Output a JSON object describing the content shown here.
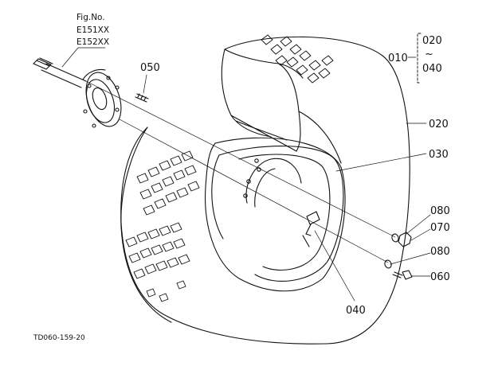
{
  "fig": {
    "label": "Fig.No.",
    "codes": [
      "E151XX",
      "E152XX"
    ]
  },
  "group": {
    "number": "010",
    "range_top": "020",
    "range_sep": "~",
    "range_bottom": "040"
  },
  "callouts": {
    "c020": "020",
    "c030": "030",
    "c040": "040",
    "c050": "050",
    "c060": "060",
    "c070": "070",
    "c080a": "080",
    "c080b": "080"
  },
  "drawing_code": "TD060-159-20"
}
